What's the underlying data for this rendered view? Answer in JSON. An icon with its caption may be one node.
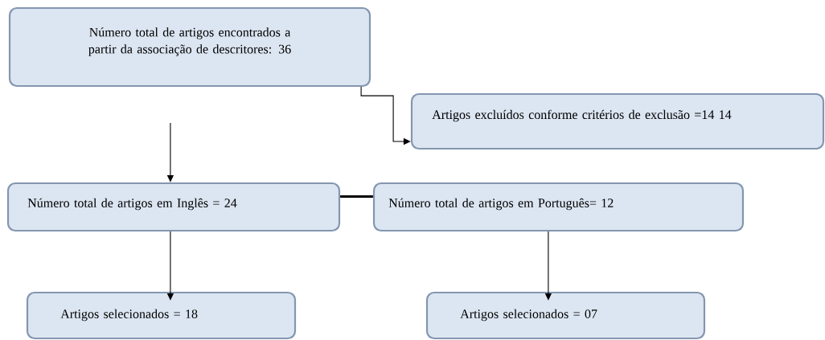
{
  "diagram": {
    "nodes": [
      {
        "text": [
          "Número total de artigos encontrados a partir da associação de descritores: 36"
        ]
      },
      {
        "text": [
          "Artigos excluídos conforme critérios de exclusão =14 14"
        ]
      },
      {
        "text": [
          "Número total de artigos em Inglês =  24"
        ]
      },
      {
        "text": [
          "Número total de artigos em Português= 12"
        ]
      },
      {
        "text": [
          "Artigos selecionados = 18"
        ]
      },
      {
        "text": [
          "Artigos selecionados = 07"
        ]
      }
    ],
    "edges": [
      {
        "from": 0,
        "to": 1,
        "arrow": "to"
      },
      {
        "from": 0,
        "to": 2,
        "arrow": "to"
      },
      {
        "from": 2,
        "to": 3,
        "arrow": "none",
        "style": "thick"
      },
      {
        "from": 2,
        "to": 4,
        "arrow": "to"
      },
      {
        "from": 3,
        "to": 5,
        "arrow": "to"
      }
    ]
  }
}
